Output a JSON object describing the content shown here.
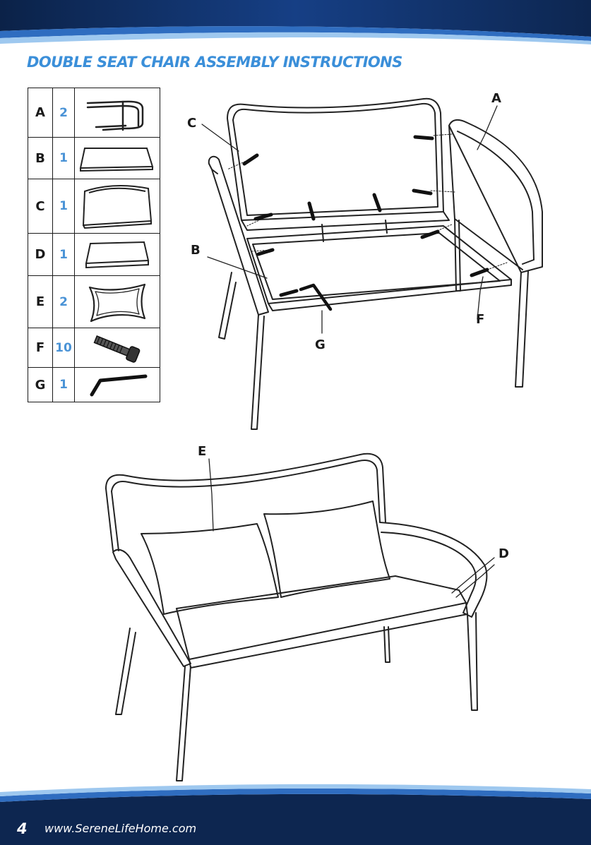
{
  "page": {
    "title": "DOUBLE SEAT CHAIR ASSEMBLY INSTRUCTIONS",
    "page_number": "4",
    "website": "www.SereneLifeHome.com"
  },
  "parts": [
    {
      "letter": "A",
      "qty": "2",
      "icon": "armrest-frame-icon"
    },
    {
      "letter": "B",
      "qty": "1",
      "icon": "seat-panel-icon"
    },
    {
      "letter": "C",
      "qty": "1",
      "icon": "backrest-panel-icon"
    },
    {
      "letter": "D",
      "qty": "1",
      "icon": "seat-cushion-icon"
    },
    {
      "letter": "E",
      "qty": "2",
      "icon": "pillow-icon"
    },
    {
      "letter": "F",
      "qty": "10",
      "icon": "bolt-icon"
    },
    {
      "letter": "G",
      "qty": "1",
      "icon": "allen-key-icon"
    }
  ],
  "assembly_callouts": [
    "A",
    "B",
    "C",
    "F",
    "G"
  ],
  "finished_callouts": [
    "E",
    "D"
  ],
  "colors": {
    "title": "#3b8fd9",
    "quantity": "#4a93d6",
    "band_dark": "#0d2650",
    "band_mid": "#1f56a8",
    "band_light": "#8ec0ec"
  }
}
